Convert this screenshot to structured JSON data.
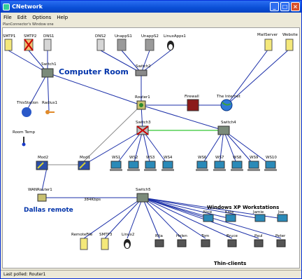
{
  "window": {
    "title": "CNetwork"
  },
  "menu": [
    "File",
    "Edit",
    "Options",
    "Help"
  ],
  "subtitle": "PlanConnector's Window one",
  "status": "Last polled: Router1",
  "labels": {
    "room": "Computer Room",
    "dallas": "Dallas remote",
    "workstations": "Windows XP Workstations",
    "thin": "Thin-clients",
    "speed": "384Kbps"
  },
  "nodes": {
    "smtp1": "SMTP1",
    "smtp2": "SMTP2",
    "dns1": "DNS1",
    "dns2": "DNS2",
    "unapp1": "UnappS1",
    "unapp2": "UnappS2",
    "linux1": "LinuxApps1",
    "mailserver": "MailServer",
    "website": "Website",
    "switch1": "Switch1",
    "switch2": "Switch2",
    "router1": "Router1",
    "firewall": "Firewall",
    "internet": "The Internet",
    "thestation": "ThisStation",
    "radius": "Radius1",
    "roomtemp": "Room Temp",
    "switch3": "Switch3",
    "switch4": "Switch4",
    "mod2": "Mod2",
    "mod1": "Mod1",
    "ws1": "WS1",
    "ws2": "WS2",
    "ws3": "WS3",
    "ws4": "WS4",
    "ws6": "WS6",
    "ws7": "WS7",
    "ws8": "WS8",
    "ws9": "WS9",
    "ws10": "WS10",
    "wanrouter": "WANRouter1",
    "switch5": "Switch5",
    "remotefile": "RemoteFile",
    "smtp3": "SMTP3",
    "linux2": "Linux2",
    "rita": "Rita",
    "helen": "Helen",
    "tom": "Tom",
    "bruce": "Bruce",
    "paul": "Paul",
    "peter": "Peter",
    "alice": "Alice",
    "kate": "Kate",
    "jamie": "Jamie",
    "joe": "Joe"
  }
}
